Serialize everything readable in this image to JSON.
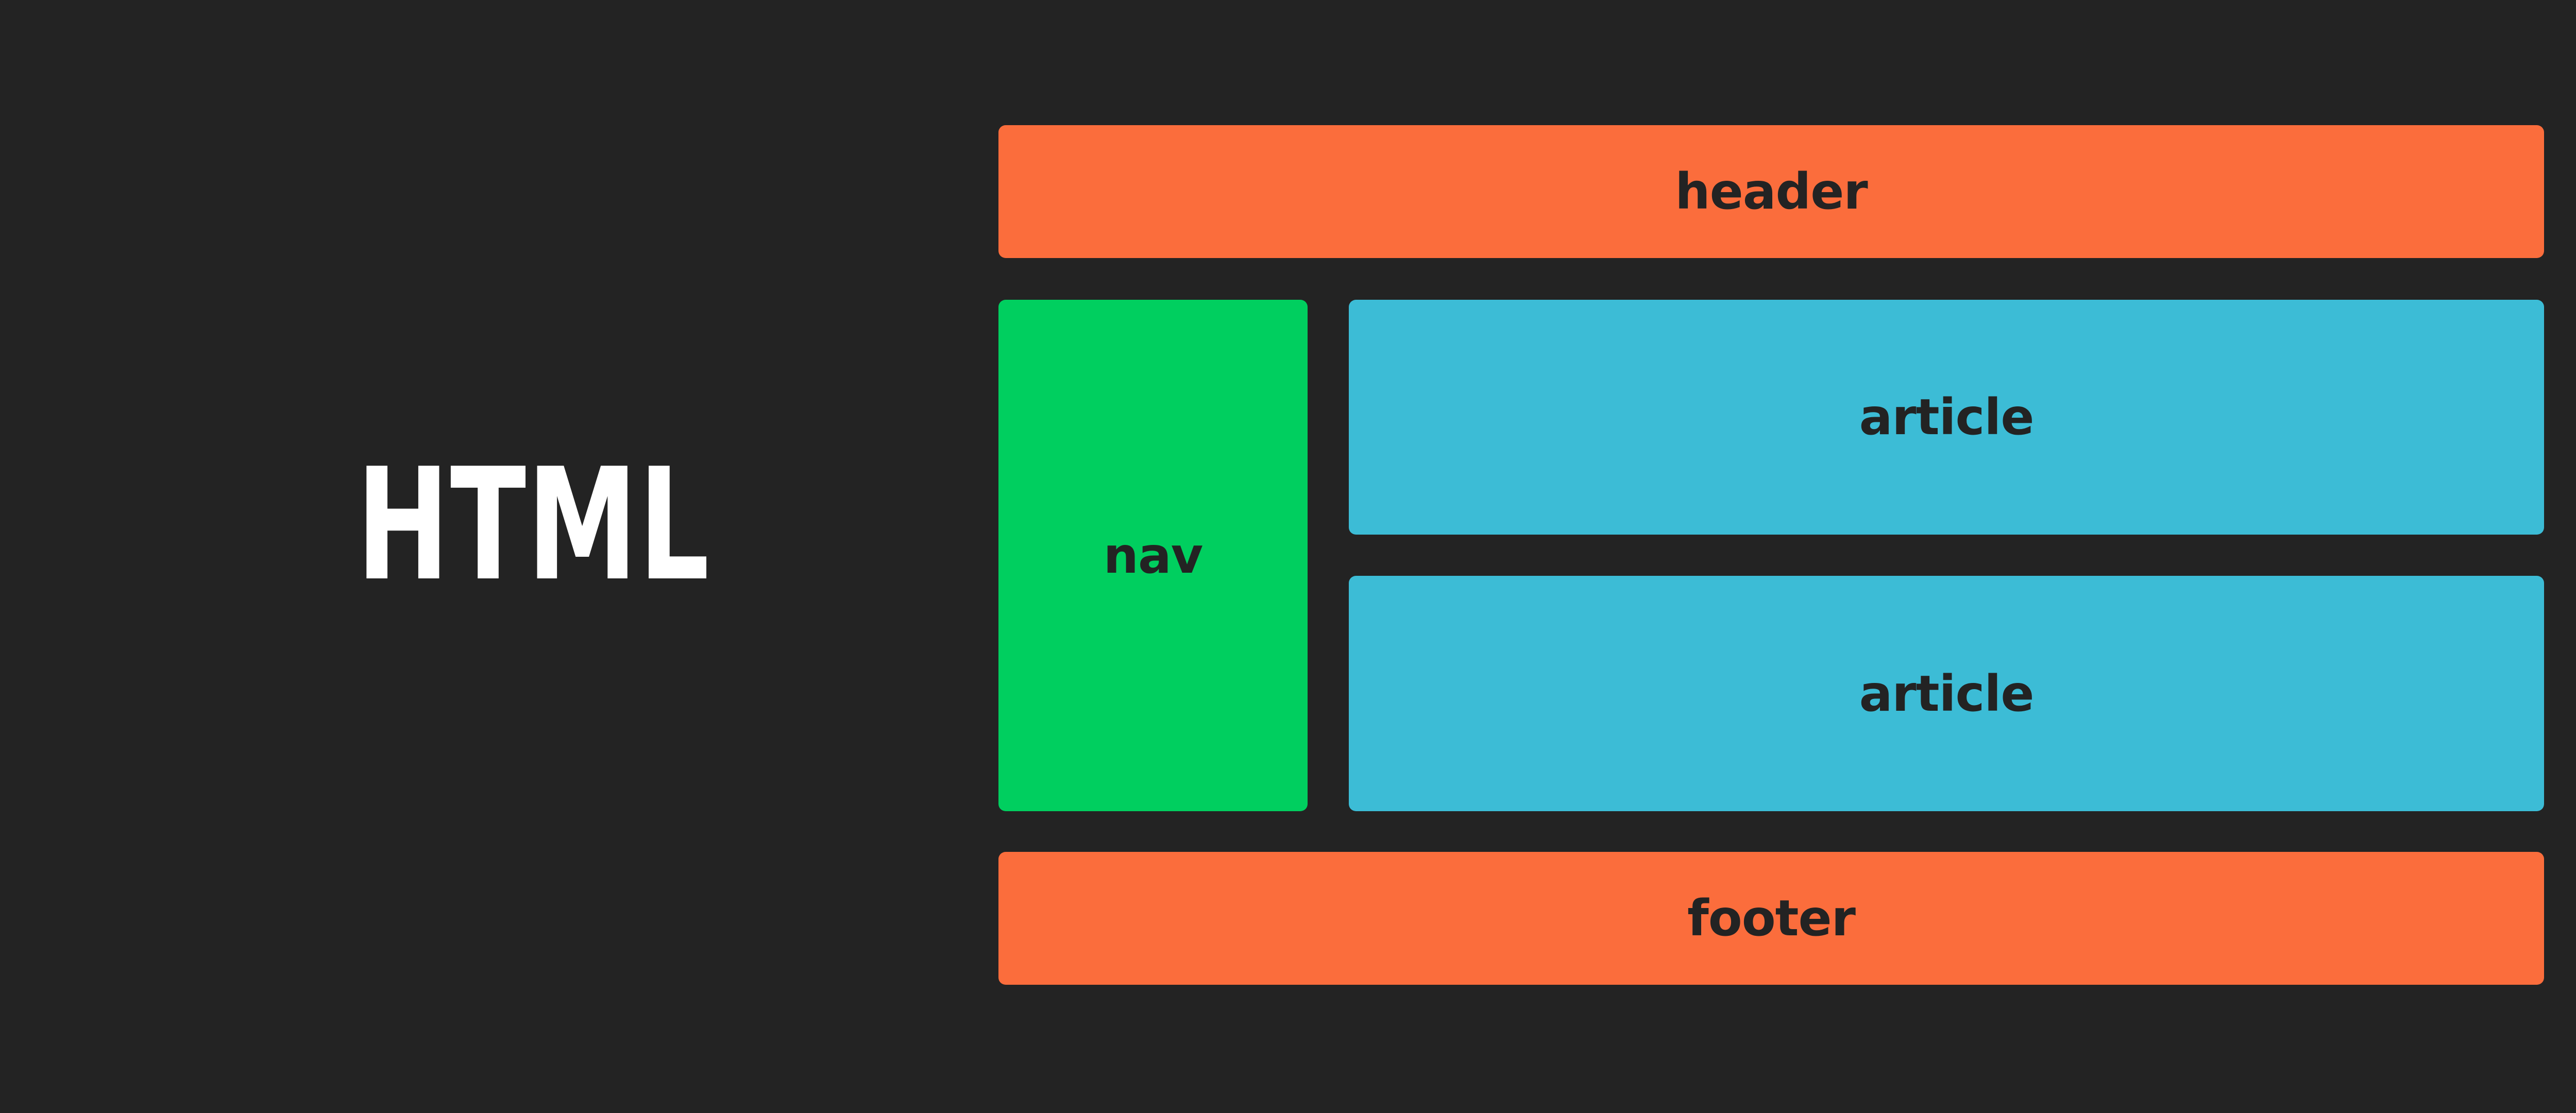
{
  "page": {
    "background_color": "#232323",
    "title_label": "HTML",
    "title_color": "#ffffff"
  },
  "diagram": {
    "type": "html-page-layout",
    "label_text_color": "#232323",
    "colors": {
      "header_footer": "#FB6D3C",
      "nav": "#00CF5F",
      "article": "#3CBCD6",
      "background": "#232323"
    },
    "blocks": {
      "header": {
        "label": "header",
        "color": "#FB6D3C"
      },
      "nav": {
        "label": "nav",
        "color": "#00CF5F"
      },
      "article_1": {
        "label": "article",
        "color": "#3CBCD6"
      },
      "article_2": {
        "label": "article",
        "color": "#3CBCD6"
      },
      "footer": {
        "label": "footer",
        "color": "#FB6D3C"
      }
    }
  }
}
